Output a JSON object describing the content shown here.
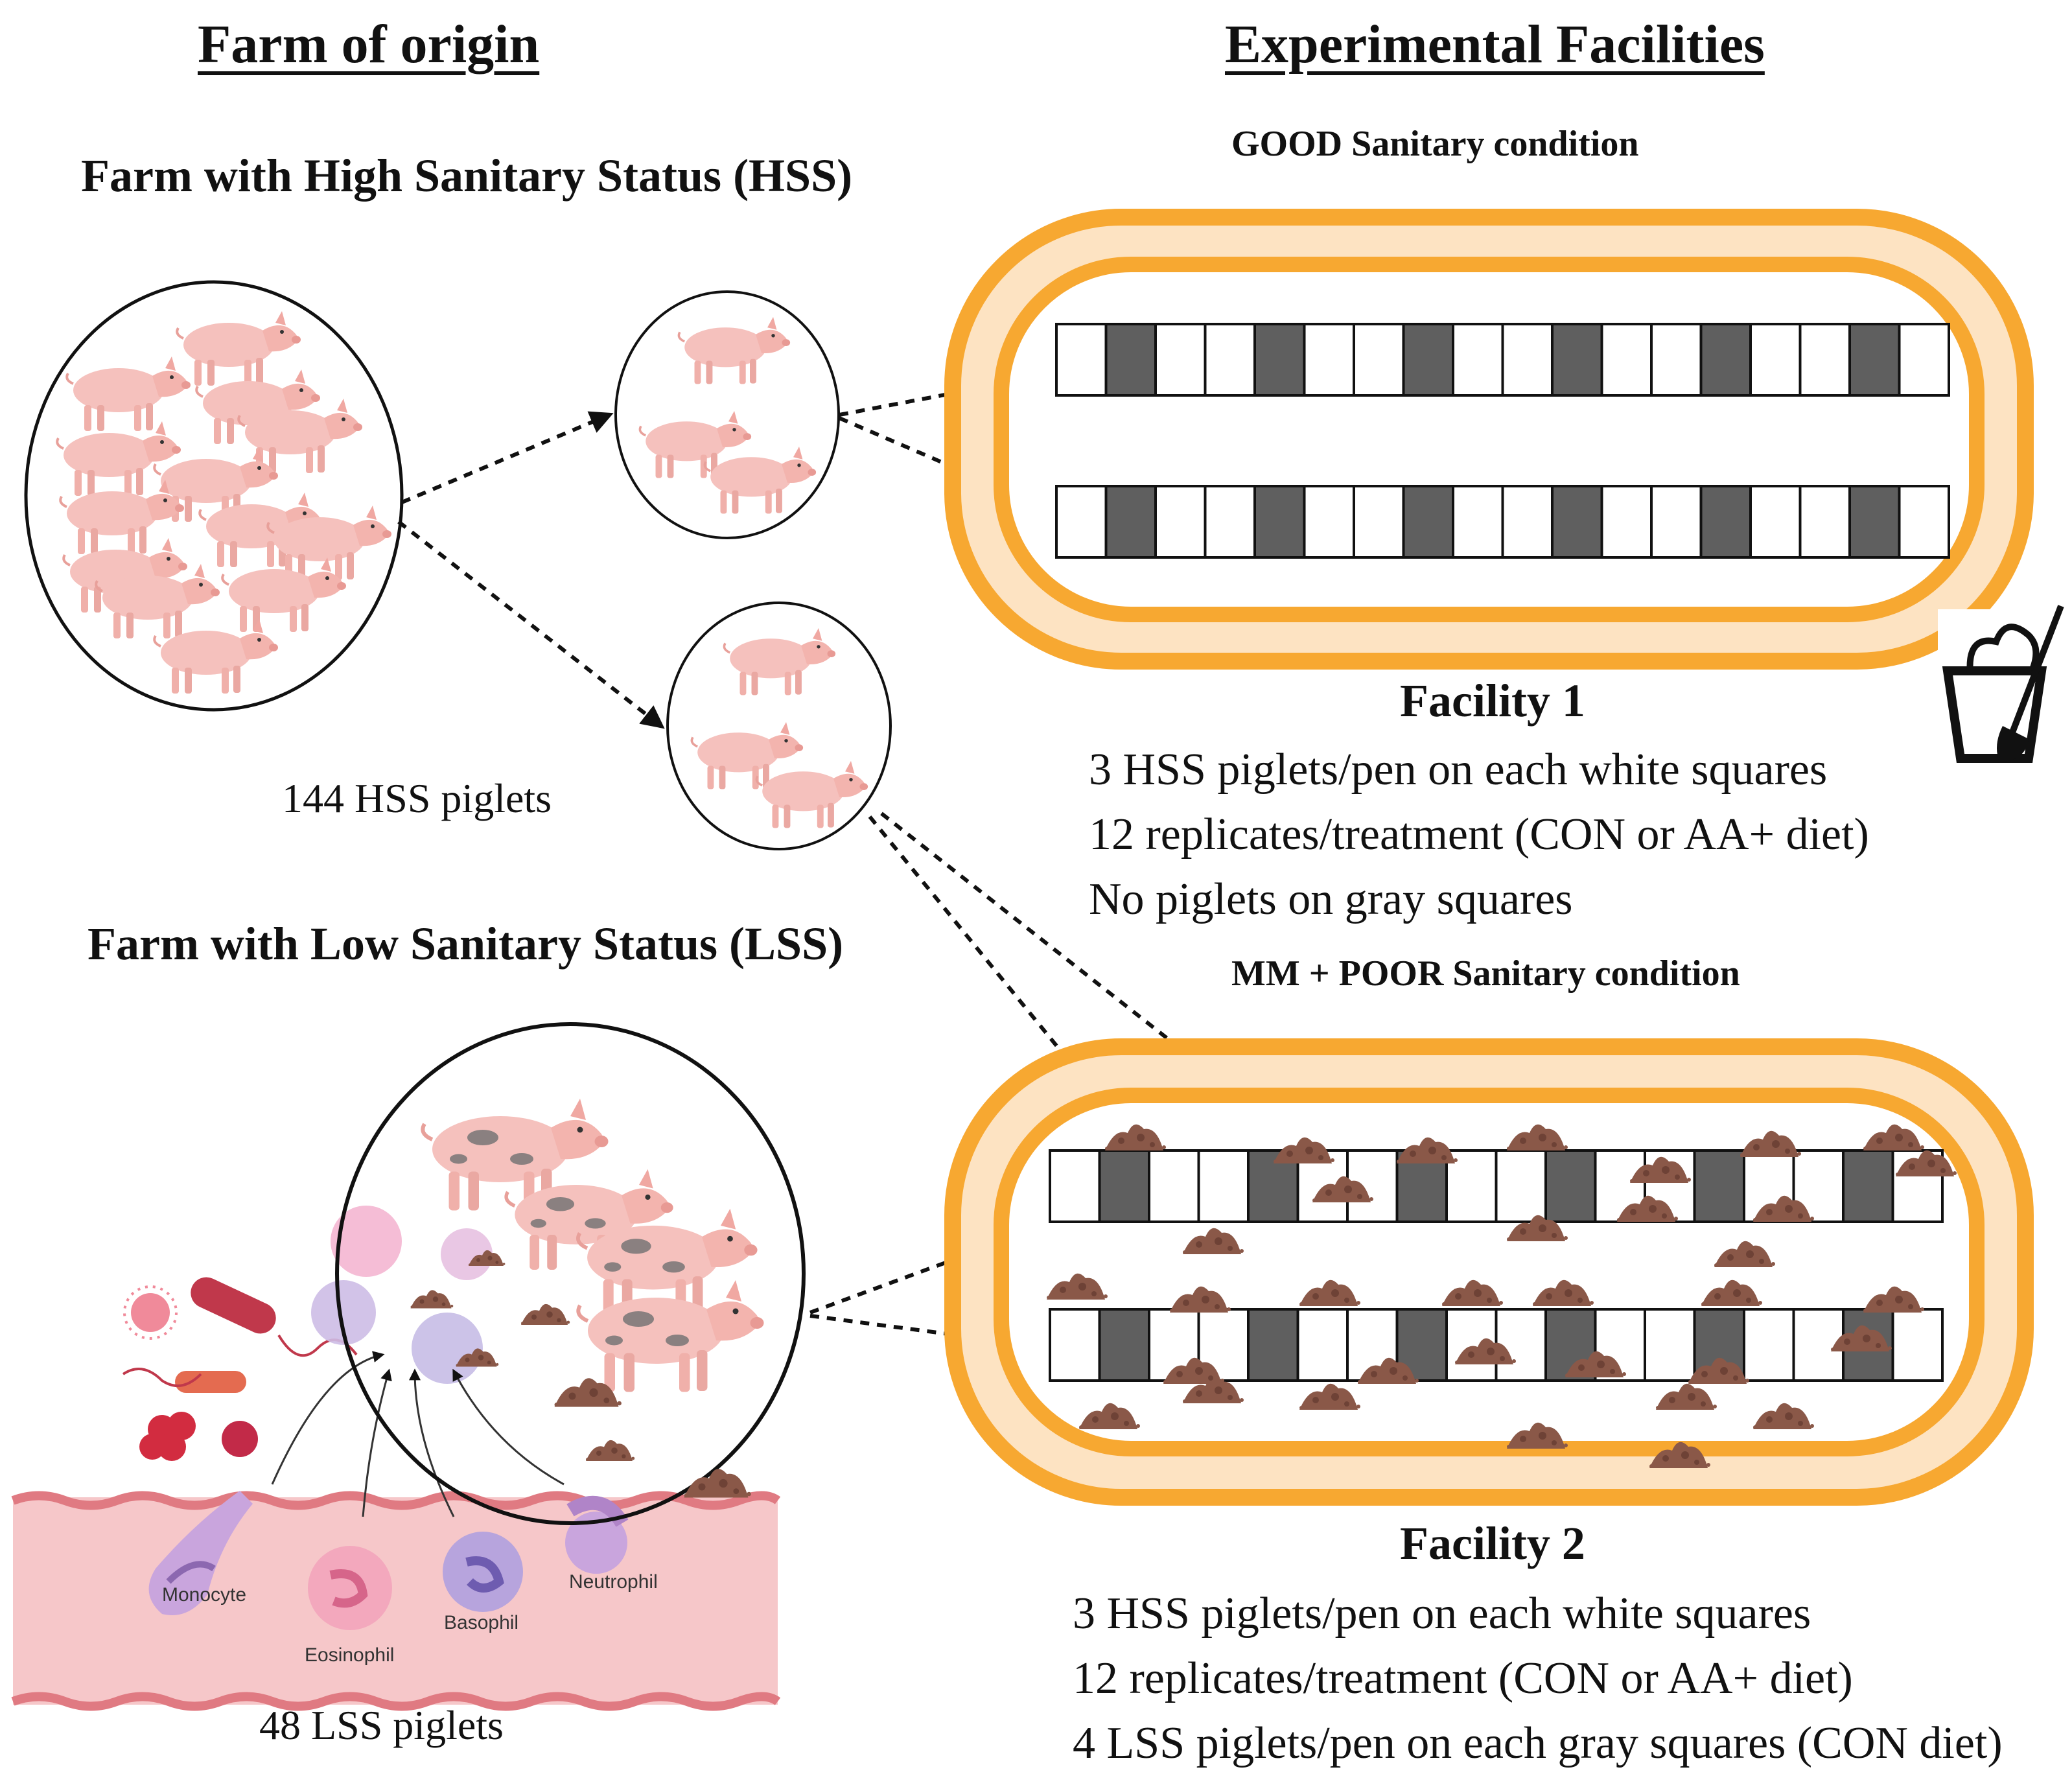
{
  "left": {
    "heading": "Farm of origin",
    "hss_title": "Farm with High Sanitary Status (HSS)",
    "hss_count": "144 HSS piglets",
    "lss_title": "Farm with Low Sanitary Status (LSS)",
    "lss_count": "48 LSS piglets",
    "cells": [
      "Monocyte",
      "Eosinophil",
      "Basophil",
      "Neutrophil"
    ]
  },
  "right": {
    "heading": "Experimental Facilities",
    "facility1": {
      "condition": "GOOD Sanitary condition",
      "name": "Facility 1",
      "lines": [
        "3 HSS piglets/pen on each white squares",
        "12 replicates/treatment (CON or AA+ diet)",
        "No piglets on gray squares"
      ]
    },
    "facility2": {
      "condition": "MM + POOR Sanitary condition",
      "name": "Facility 2",
      "lines": [
        "3 HSS piglets/pen on each white squares",
        "12 replicates/treatment (CON or AA+ diet)",
        "4 LSS piglets/pen on each gray squares (CON diet)"
      ]
    }
  },
  "colors": {
    "track_outer": "#f7a831",
    "track_inner": "#fde3c2",
    "pen_gray": "#5f5f5f",
    "pig": "#f5c1bd",
    "mud": "#8a5848",
    "vessel": "#f6c7c9"
  },
  "icons": [
    "pig-icon",
    "mud-pile-icon",
    "bucket-brush-icon",
    "virus-icon",
    "bacteria-icon",
    "immune-cell-icon"
  ]
}
